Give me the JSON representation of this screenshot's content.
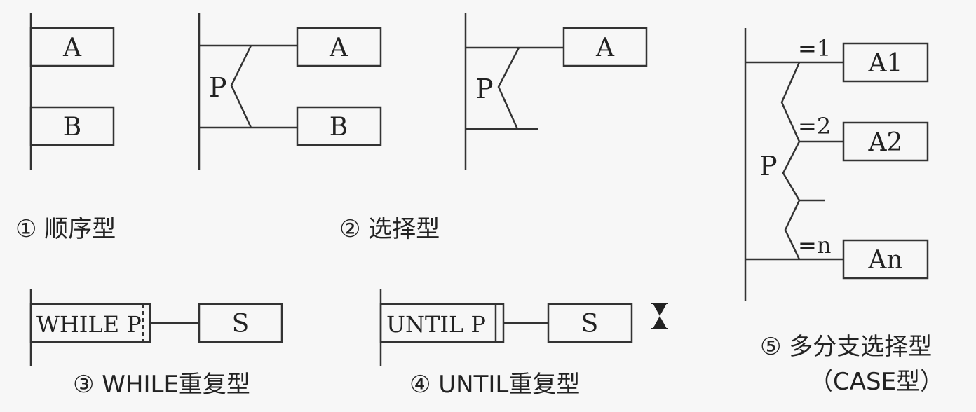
{
  "sequence": {
    "box_a": "A",
    "box_b": "B",
    "caption": "① 顺序型"
  },
  "selection": {
    "condition": "P",
    "box_a": "A",
    "box_b": "B",
    "caption": "② 选择型",
    "variant_condition": "P",
    "variant_box_a": "A"
  },
  "while_loop": {
    "header": "WHILE P",
    "body": "S",
    "caption": "③ WHILE重复型"
  },
  "until_loop": {
    "header": "UNTIL P",
    "body": "S",
    "caption": "④ UNTIL重复型",
    "cursor_icon": "hourglass-icon"
  },
  "case": {
    "condition": "P",
    "branches": [
      {
        "cond": "=1",
        "label": "A1"
      },
      {
        "cond": "=2",
        "label": "A2"
      },
      {
        "cond": "=n",
        "label": "An"
      }
    ],
    "caption": "⑤ 多分支选择型",
    "caption_sub": "（CASE型）"
  }
}
